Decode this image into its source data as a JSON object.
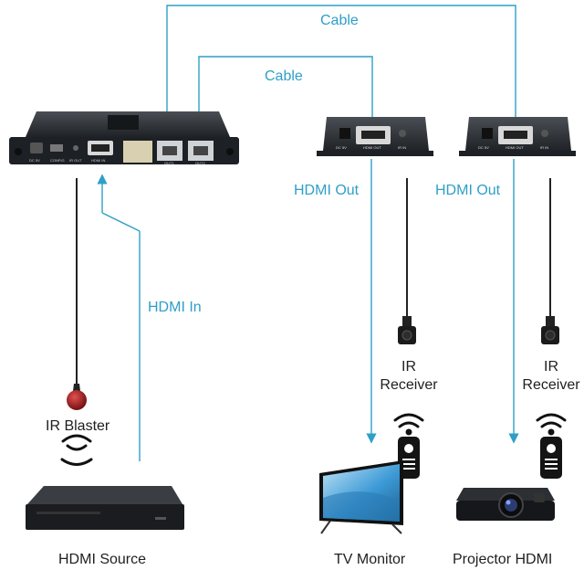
{
  "labels": {
    "cable_top": "Cable",
    "cable_mid": "Cable",
    "hdmi_out_1": "HDMI Out",
    "hdmi_out_2": "HDMI Out",
    "hdmi_in": "HDMI In",
    "ir_blaster": "IR Blaster",
    "ir_receiver_1": "IR\nReceiver",
    "ir_receiver_2": "IR\nReceiver",
    "hdmi_source": "HDMI Source",
    "tv_monitor": "TV Monitor",
    "projector": "Projector HDMI"
  },
  "device_text": {
    "tx_dc": "DC 5V",
    "tx_config": "CONFIG",
    "tx_ir_in": "IR OUT",
    "tx_hdmi": "HDMI IN",
    "tx_out1": "OUT1",
    "tx_out2": "OUT2",
    "rx_dc": "DC 5V",
    "rx_hdmi": "HDMI OUT",
    "rx_ir": "IR IN"
  },
  "colors": {
    "cable_blue": "#2e9fc7",
    "device_dark": "#2b2f33",
    "ir_red": "#9b1b1b"
  }
}
